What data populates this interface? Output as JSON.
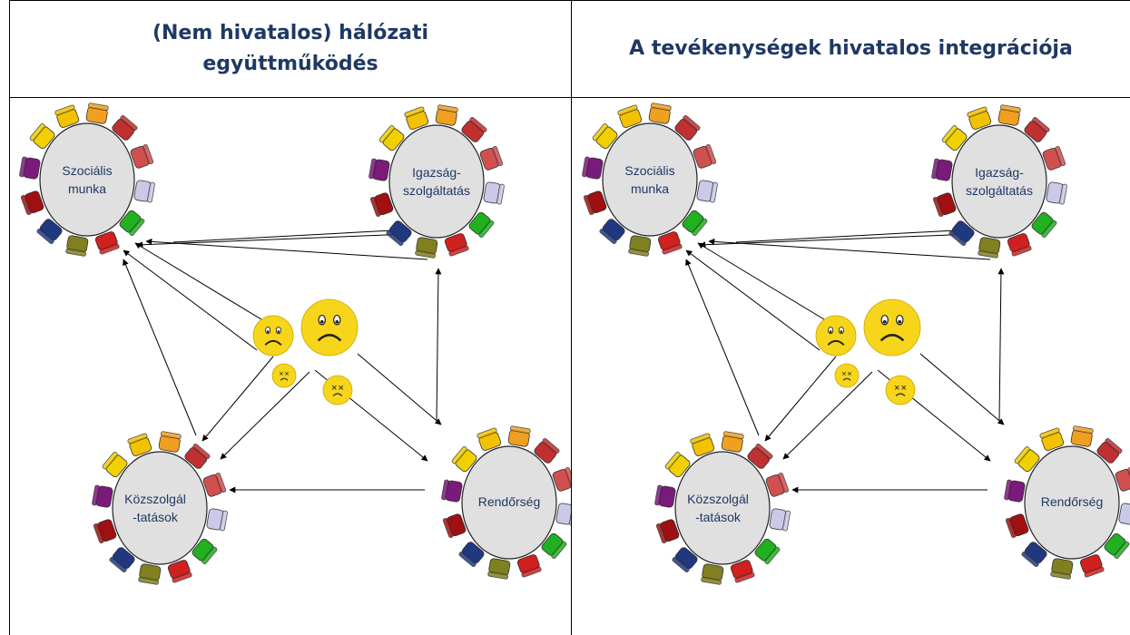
{
  "headers": {
    "left_line1": "(Nem hivatalos) hálózati",
    "left_line2": "együttműködés",
    "right": "A tevékenységek hivatalos integrációja"
  },
  "nodes": {
    "social_work": [
      "Szociális",
      "munka"
    ],
    "justice": [
      "Igazság-",
      "szolgáltatás"
    ],
    "public_services": [
      "Közszolgál",
      "-tatások"
    ],
    "police": [
      "Rendőrség"
    ]
  },
  "colors": {
    "header_text": "#1f3864",
    "table_fill": "#e0e0e0",
    "chair_palette": [
      "#f2c200",
      "#f0a020",
      "#c03030",
      "#d05050",
      "#c9c9e8",
      "#20b020",
      "#d02020",
      "#808020",
      "#203880",
      "#a01010",
      "#7a1a7a",
      "#f0d000"
    ],
    "face": "#f7d51a",
    "arrow": "#000000"
  },
  "icons": [
    "sad-face-icon",
    "dizzy-face-icon"
  ]
}
